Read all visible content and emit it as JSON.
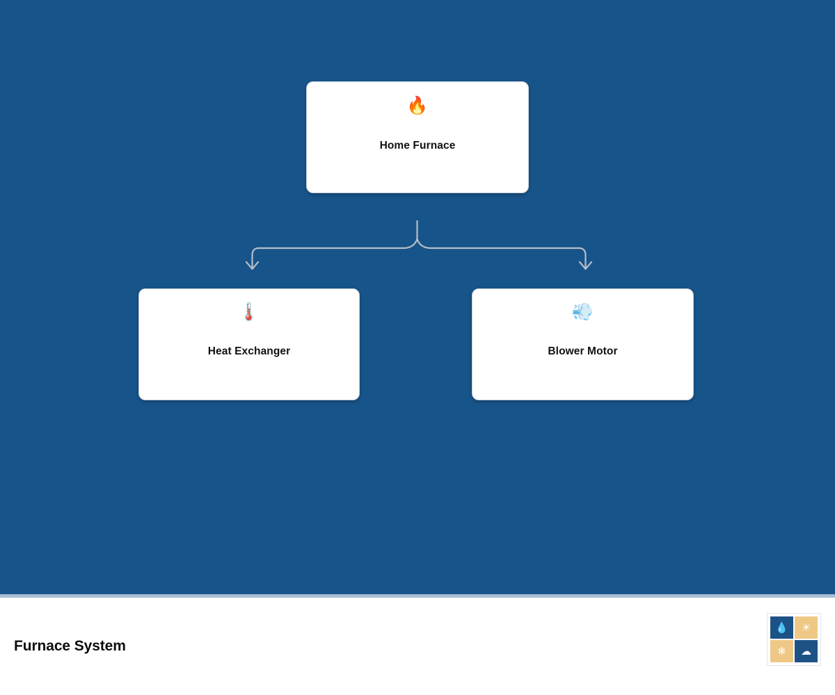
{
  "canvas": {
    "background_color": "#17548a",
    "divider_color": "#a9bed4"
  },
  "diagram": {
    "type": "tree",
    "root": {
      "id": "root",
      "label": "Home Furnace",
      "icon": "🔥",
      "icon_name": "fire-icon"
    },
    "children": [
      {
        "id": "child-0",
        "label": "Heat Exchanger",
        "icon": "🌡️",
        "icon_name": "thermometer-icon"
      },
      {
        "id": "child-1",
        "label": "Blower Motor",
        "icon": "💨",
        "icon_name": "wind-dash-icon"
      }
    ],
    "edges": [
      {
        "from": "root",
        "to": "child-0",
        "style": "elbow-curved",
        "arrow": "down",
        "color": "#b6bfc9"
      },
      {
        "from": "root",
        "to": "child-1",
        "style": "elbow-curved",
        "arrow": "down",
        "color": "#b6bfc9"
      }
    ],
    "node_style": {
      "background": "#ffffff",
      "border_color": "#c3ced9",
      "text_color": "#111111"
    }
  },
  "footer": {
    "title": "Furnace System",
    "logo": {
      "name": "weather-logo",
      "caption": "",
      "cells": [
        {
          "position": "top-left",
          "background": "#1d5287",
          "glyph": "💧",
          "glyph_name": "water-drop-icon"
        },
        {
          "position": "top-right",
          "background": "#f0c886",
          "glyph": "☀",
          "glyph_name": "sun-icon"
        },
        {
          "position": "bottom-left",
          "background": "#f0c886",
          "glyph": "❄",
          "glyph_name": "snowflake-icon"
        },
        {
          "position": "bottom-right",
          "background": "#1d5287",
          "glyph": "☁",
          "glyph_name": "cloud-icon"
        }
      ]
    }
  }
}
